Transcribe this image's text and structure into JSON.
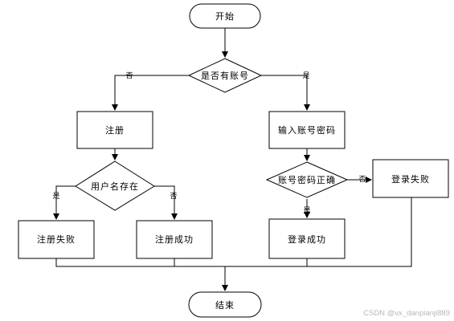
{
  "nodes": {
    "start": "开始",
    "has_account": "是否有账号",
    "register": "注册",
    "input_credentials": "输入账号密码",
    "username_exists": "用户名存在",
    "password_correct": "账号密码正确",
    "login_fail": "登录失败",
    "register_fail": "注册失败",
    "register_success": "注册成功",
    "login_success": "登录成功",
    "end": "结束"
  },
  "edges": {
    "has_account_no": "否",
    "has_account_yes": "是",
    "username_exists_yes": "是",
    "username_exists_no": "否",
    "password_correct_no": "否",
    "password_correct_yes": "是"
  },
  "watermark": "CSDN @vx_danpianji889"
}
